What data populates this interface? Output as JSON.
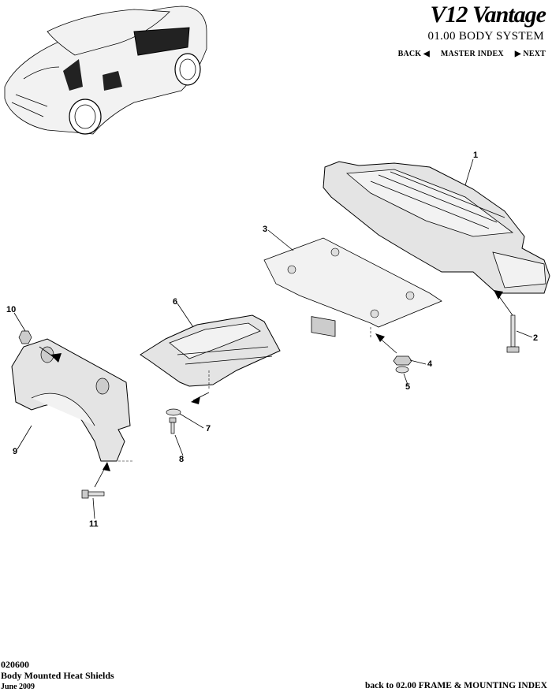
{
  "header": {
    "brand": "V12 Vantage",
    "section": "01.00 BODY SYSTEM",
    "nav": {
      "back": "BACK",
      "master_index": "MASTER INDEX",
      "next": "NEXT"
    }
  },
  "callouts": [
    "1",
    "2",
    "3",
    "4",
    "5",
    "6",
    "7",
    "8",
    "9",
    "10",
    "11"
  ],
  "footer": {
    "code": "020600",
    "title": "Body Mounted Heat Shields",
    "date": "June 2009",
    "back_link": "back to 02.00 FRAME & MOUNTING INDEX"
  }
}
